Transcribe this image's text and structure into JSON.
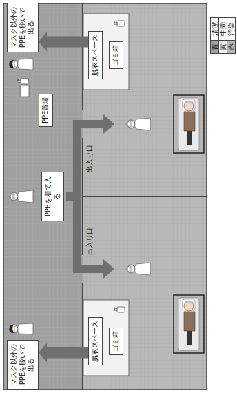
{
  "diagram": {
    "nodes": [
      {
        "text": [
          "マスク以外のPPEを脱いで出る"
        ]
      },
      {
        "text": [
          "PPEを着て入る"
        ]
      },
      {
        "text": [
          "PPE置場"
        ]
      },
      {
        "text": [
          "マスク以外のPPEを脱いで出る"
        ]
      },
      {
        "text": [
          "脱衣スペース"
        ]
      },
      {
        "text": [
          "ゴミ箱"
        ]
      },
      {
        "text": [
          "脱衣スペース"
        ]
      },
      {
        "text": [
          "ゴミ箱"
        ]
      }
    ],
    "edges": [
      {
        "from": 4,
        "to": 0,
        "arrow": "to"
      },
      {
        "from": 6,
        "to": 3,
        "arrow": "to"
      }
    ],
    "labels": [
      "出入り口",
      "出入り口",
      "青",
      "黄",
      "赤"
    ],
    "legend": [
      {
        "text": "清潔",
        "color": "#a0a0a0"
      },
      {
        "text": "中間",
        "color": "#f2f2f2"
      },
      {
        "text": "汚染",
        "color": "#b8b8b8"
      }
    ]
  }
}
